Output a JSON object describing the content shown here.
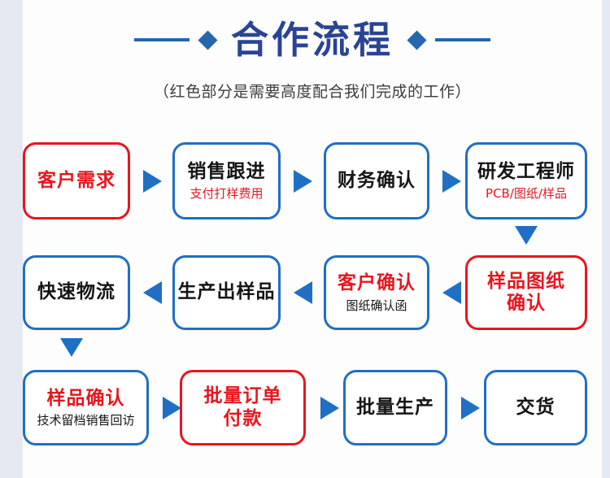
{
  "header": {
    "title": "合作流程",
    "subtitle": "（红色部分是需要高度配合我们完成的工作）",
    "left_diamond": "diamond-decoration",
    "right_diamond": "diamond-decoration"
  },
  "colors": {
    "title_blue": "#2a4494",
    "deco_blue": "#2566ad",
    "border_blue": "#1f6fc4",
    "arrow_blue": "#1f6fc4",
    "red": "#e8151e",
    "page_bg": "#fdfdfd",
    "outer_bg": "#e4e9f2",
    "text_black": "#151515"
  },
  "flow": {
    "rows": [
      {
        "direction": "left-to-right",
        "nodes": [
          {
            "main": "客户需求",
            "sub": "",
            "border": "red",
            "main_color": "red",
            "sub_color": ""
          },
          {
            "main": "销售跟进",
            "sub": "支付打样费用",
            "border": "blue",
            "main_color": "black",
            "sub_color": "red"
          },
          {
            "main": "财务确认",
            "sub": "",
            "border": "blue",
            "main_color": "black",
            "sub_color": ""
          },
          {
            "main": "研发工程师",
            "sub": "PCB/图纸/样品",
            "border": "blue",
            "main_color": "black",
            "sub_color": "red"
          }
        ]
      },
      {
        "direction": "right-to-left",
        "nodes": [
          {
            "main": "快速物流",
            "sub": "",
            "border": "blue",
            "main_color": "black",
            "sub_color": ""
          },
          {
            "main": "生产出样品",
            "sub": "",
            "border": "blue",
            "main_color": "black",
            "sub_color": ""
          },
          {
            "main": "客户确认",
            "sub": "图纸确认函",
            "border": "blue",
            "main_color": "red",
            "sub_color": "black"
          },
          {
            "main": "样品图纸\n确认",
            "sub": "",
            "border": "red",
            "main_color": "red",
            "sub_color": ""
          }
        ]
      },
      {
        "direction": "left-to-right",
        "nodes": [
          {
            "main": "样品确认",
            "sub": "技术留档销售回访",
            "border": "blue",
            "main_color": "red",
            "sub_color": "black"
          },
          {
            "main": "批量订单\n付款",
            "sub": "",
            "border": "red",
            "main_color": "red",
            "sub_color": ""
          },
          {
            "main": "批量生产",
            "sub": "",
            "border": "blue",
            "main_color": "black",
            "sub_color": ""
          },
          {
            "main": "交货",
            "sub": "",
            "border": "blue",
            "main_color": "black",
            "sub_color": ""
          }
        ]
      }
    ],
    "connectors": [
      {
        "type": "arrow-right",
        "between": "客户需求 → 销售跟进"
      },
      {
        "type": "arrow-right",
        "between": "销售跟进 → 财务确认"
      },
      {
        "type": "arrow-right",
        "between": "财务确认 → 研发工程师"
      },
      {
        "type": "arrow-down",
        "between": "研发工程师 → 样品图纸确认"
      },
      {
        "type": "arrow-left",
        "between": "样品图纸确认 → 客户确认"
      },
      {
        "type": "arrow-left",
        "between": "客户确认 → 生产出样品"
      },
      {
        "type": "arrow-left",
        "between": "生产出样品 → 快速物流"
      },
      {
        "type": "arrow-down",
        "between": "快速物流 → 样品确认"
      },
      {
        "type": "arrow-right",
        "between": "样品确认 → 批量订单付款"
      },
      {
        "type": "arrow-right",
        "between": "批量订单付款 → 批量生产"
      },
      {
        "type": "arrow-right",
        "between": "批量生产 → 交货"
      }
    ]
  }
}
